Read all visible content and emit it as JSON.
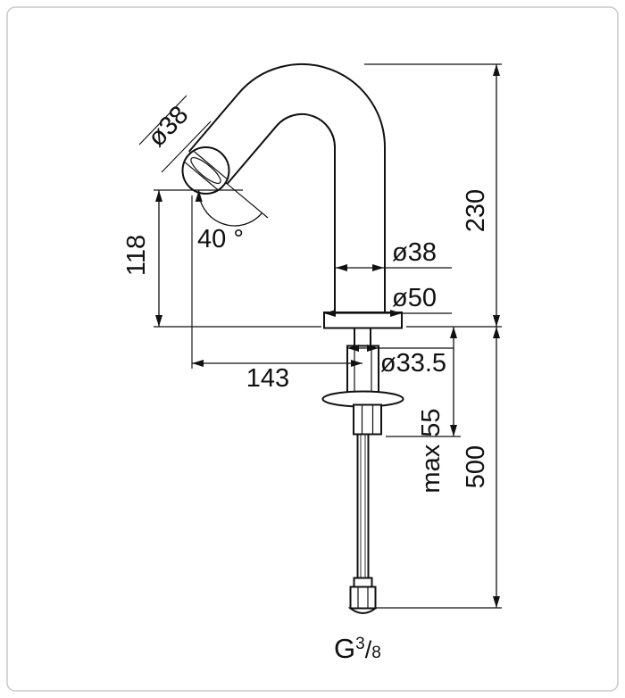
{
  "title": "basin mixer technical dimension drawing",
  "colors": {
    "line": "#111111",
    "frame": "#c9c9c9",
    "background": "#ffffff"
  },
  "dimensions": {
    "spout_diameter": "ø38",
    "spout_height": "230",
    "outlet_height": "118",
    "spout_angle": "40 °",
    "body_diameter": "ø38",
    "base_diameter": "ø50",
    "shank_diameter": "ø33.5",
    "spout_reach": "143",
    "max_deck_thickness": "max 55",
    "hose_length": "500"
  },
  "thread": {
    "g": "G",
    "numerator": "3",
    "slash": "/",
    "denominator": "8"
  }
}
